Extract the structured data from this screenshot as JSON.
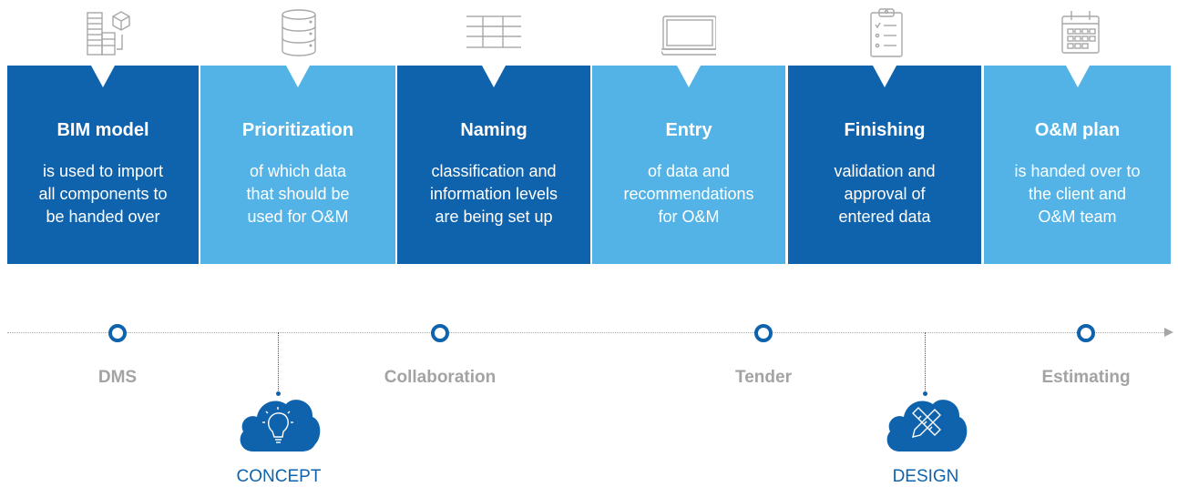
{
  "colors": {
    "dark_blue": "#0f63ad",
    "light_blue": "#53b3e6",
    "gray_text": "#a3a3a3",
    "icon_gray": "#a7a7a7"
  },
  "icons": [
    "building-model-icon",
    "database-icon",
    "table-grid-icon",
    "laptop-icon",
    "clipboard-checklist-icon",
    "calendar-icon"
  ],
  "steps": [
    {
      "title": "BIM model",
      "desc_lines": [
        "is used to import",
        "all components to",
        "be handed over"
      ]
    },
    {
      "title": "Prioritization",
      "desc_lines": [
        "of which data",
        "that should be",
        "used for O&M"
      ]
    },
    {
      "title": "Naming",
      "desc_lines": [
        "classification and",
        "information levels",
        "are being set up"
      ]
    },
    {
      "title": "Entry",
      "desc_lines": [
        "of data and",
        "recommendations",
        "for O&M"
      ]
    },
    {
      "title": "Finishing",
      "desc_lines": [
        "validation and",
        "approval of",
        "entered data"
      ]
    },
    {
      "title": "O&M plan",
      "desc_lines": [
        "is handed over to",
        "the client and",
        "O&M team"
      ]
    }
  ],
  "timeline": {
    "milestones": [
      {
        "label": "DMS"
      },
      {
        "label": "Collaboration"
      },
      {
        "label": "Tender"
      },
      {
        "label": "Estimating"
      }
    ],
    "phases": [
      {
        "label": "CONCEPT",
        "icon": "lightbulb-icon"
      },
      {
        "label": "DESIGN",
        "icon": "pencil-ruler-icon"
      }
    ]
  }
}
